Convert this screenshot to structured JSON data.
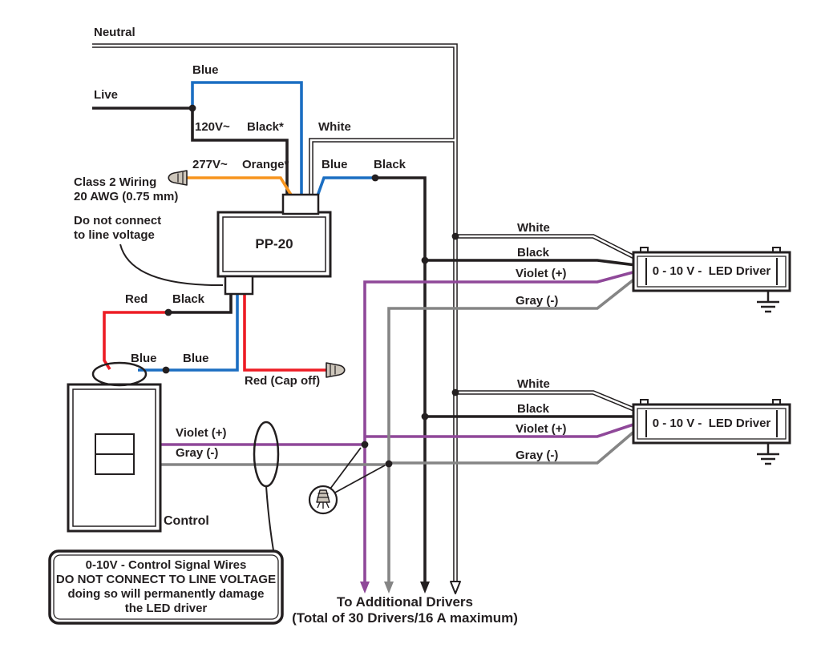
{
  "colors": {
    "ink": "#231f20",
    "blue": "#1b6ec2",
    "orange": "#f7941d",
    "red": "#ed1c24",
    "violet": "#8f4899",
    "gray": "#858585",
    "white": "#ffffff",
    "cap": "#cdc6bb"
  },
  "icons": {
    "orange_cap": "twist-on-wire-connector",
    "red_cap": "twist-on-wire-connector",
    "wire_nut": "wire-nut-connector",
    "ground": "earth-ground-symbol",
    "arrows": "down-arrowheads"
  },
  "labels": {
    "neutral": "Neutral",
    "live": "Live",
    "blue_top": "Blue",
    "v120": "120V~",
    "black_star": "Black*",
    "white_top": "White",
    "v277": "277V~",
    "orange_star": "Orange*",
    "blue_mid": "Blue",
    "black_mid": "Black",
    "red_bottom": "Red",
    "black_bottom": "Black",
    "blue_left": "Blue",
    "blue_right": "Blue",
    "red_cap_off": "Red (Cap off)",
    "violet_ctrl": "Violet (+)",
    "gray_ctrl": "Gray (-)"
  },
  "class2_note": {
    "line1": "Class 2 Wiring",
    "line2": "20 AWG (0.75 mm)",
    "line3": "Do not connect",
    "line4": "to line voltage"
  },
  "pp20": {
    "title": "PP-20"
  },
  "control": {
    "label": "Control"
  },
  "drivers": {
    "title": "0 - 10 V -  LED Driver",
    "d1": {
      "white": "White",
      "black": "Black",
      "violet": "Violet (+)",
      "gray": "Gray (-)"
    },
    "d2": {
      "white": "White",
      "black": "Black",
      "violet": "Violet (+)",
      "gray": "Gray (-)"
    }
  },
  "warning": {
    "line1": "0-10V - Control Signal Wires",
    "line2": "DO NOT CONNECT TO LINE VOLTAGE",
    "line3": "doing so will permanently damage",
    "line4": "the LED driver"
  },
  "footer": {
    "line1": "To Additional Drivers",
    "line2": "(Total of 30 Drivers/16 A maximum)"
  }
}
